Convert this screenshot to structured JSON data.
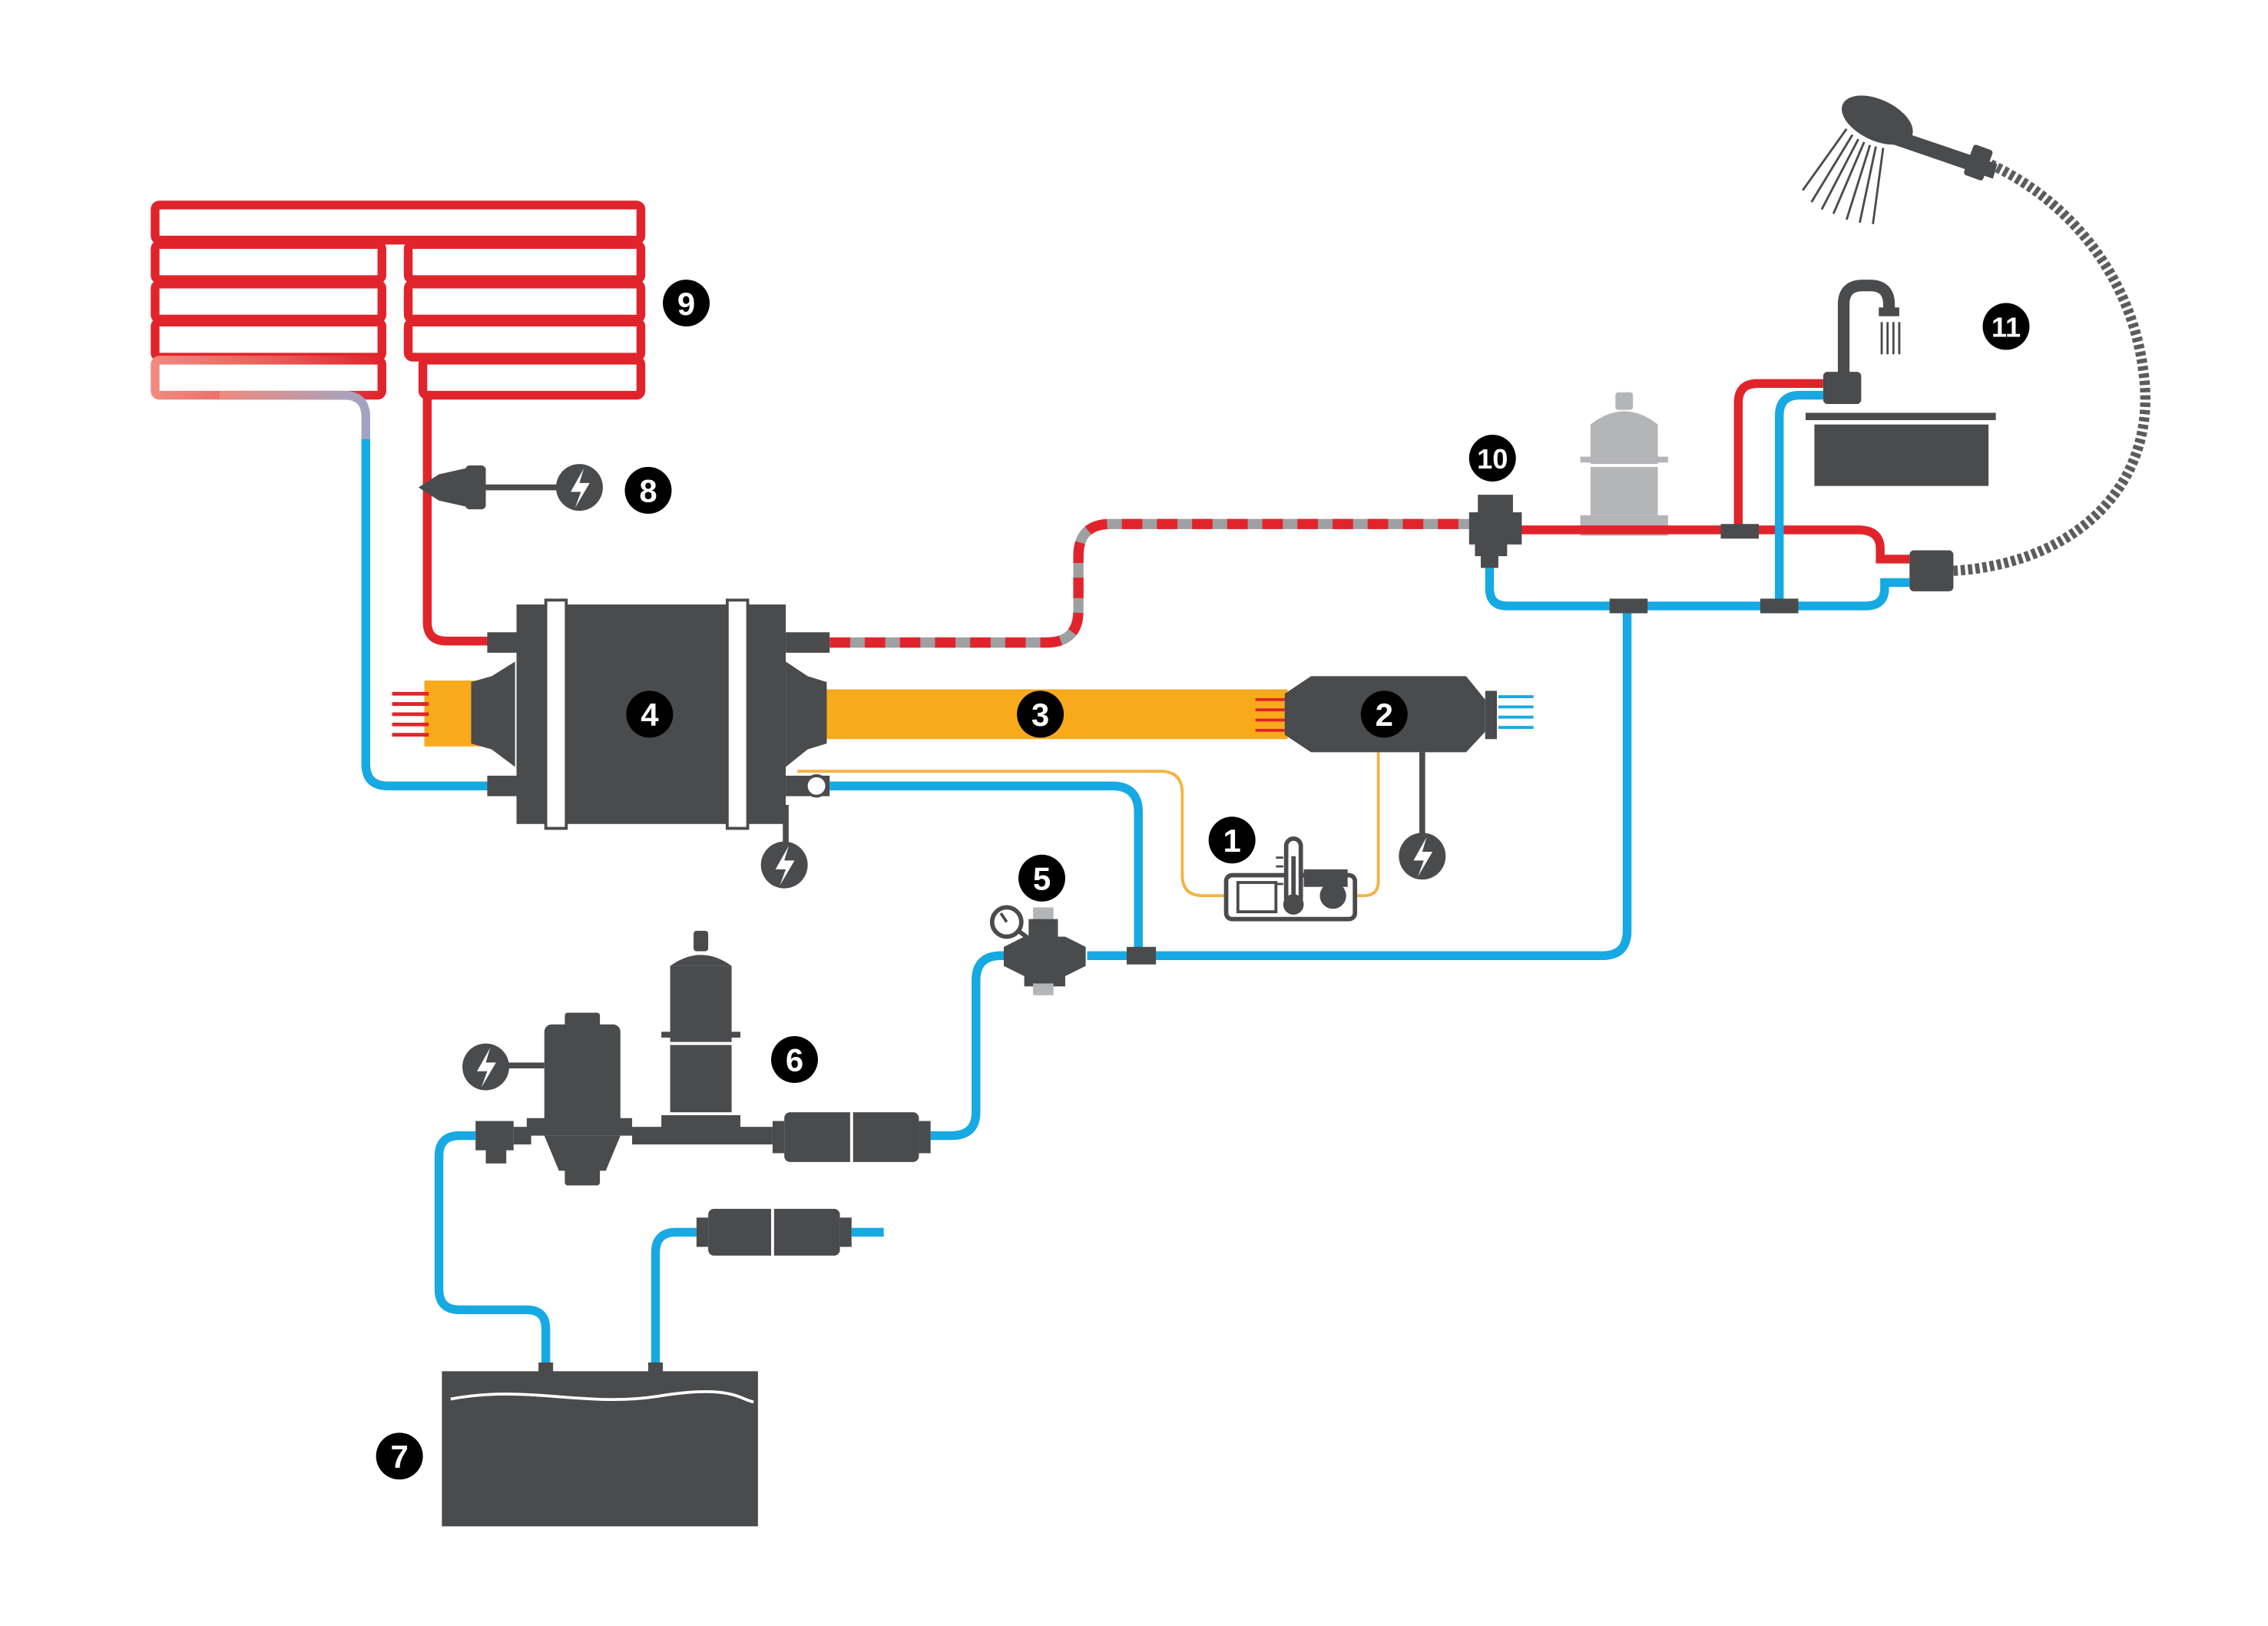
{
  "colors": {
    "hot": "#e1242b",
    "hot_light": "#f08a7e",
    "cold": "#17a9e3",
    "exhaust": "#f8aa1b",
    "signal": "#f6b243",
    "equipment": "#4a4b4d",
    "equipment_light": "#b4b5b7",
    "hose": "#5b5c5e",
    "badge_fill": "#000000",
    "badge_text": "#ffffff",
    "background": "#ffffff"
  },
  "icons": [
    "lightning-bolt-icon",
    "thermostat-icon",
    "shower-head-icon",
    "faucet-icon",
    "pressure-gauge-icon"
  ],
  "components": [
    {
      "id": "control-panel",
      "label": "1"
    },
    {
      "id": "diesel-heater",
      "label": "2"
    },
    {
      "id": "exhaust-duct",
      "label": "3"
    },
    {
      "id": "heat-exchanger",
      "label": "4"
    },
    {
      "id": "pressure-regulator",
      "label": "5"
    },
    {
      "id": "water-pump-assembly",
      "label": "6"
    },
    {
      "id": "water-tank",
      "label": "7"
    },
    {
      "id": "circulation-pump",
      "label": "8"
    },
    {
      "id": "radiator-loop",
      "label": "9"
    },
    {
      "id": "mixing-valve",
      "label": "10"
    },
    {
      "id": "sink-and-shower",
      "label": "11"
    }
  ]
}
